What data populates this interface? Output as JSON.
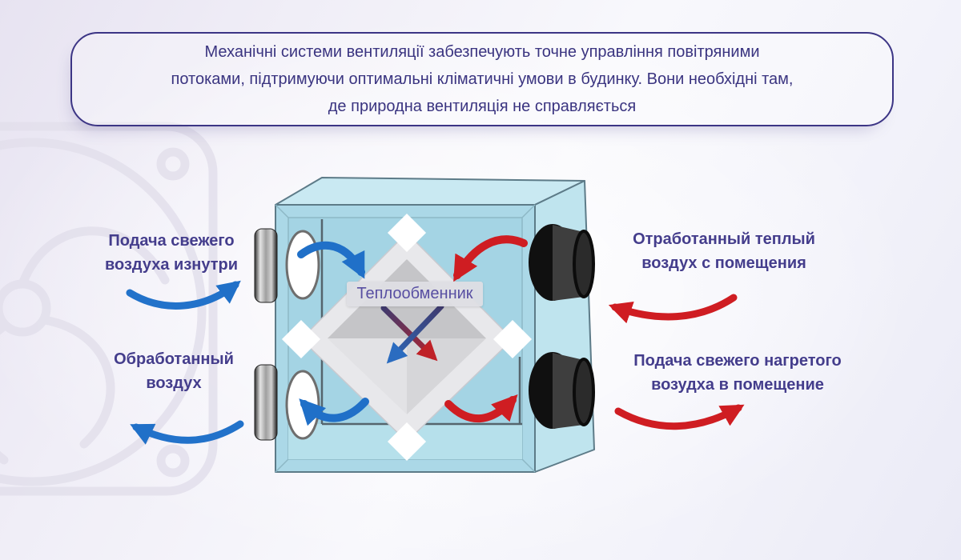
{
  "header": {
    "lines": [
      "Механічні системи вентиляції забезпечують точне управління повітряними",
      "потоками, підтримуючи оптимальні кліматичні умови в будинку. Вони необхідні там,",
      "де природна вентиляція не справляється"
    ]
  },
  "diagram": {
    "unit_label": "Теплообменник",
    "labels": {
      "left_top": "Подача свежего воздуха изнутри",
      "left_bottom": "Обработанный воздух",
      "right_top": "Отработанный теплый воздух с помещения",
      "right_bottom": "Подача свежего нагретого возудха в помещение"
    },
    "icons": [
      "fan-icon"
    ],
    "colors": {
      "supply_blue": "#2070c8",
      "exhaust_red": "#cf1d22",
      "text_indigo": "#443d8c",
      "header_border": "#3c3585",
      "unit_front": "#abd8e7",
      "unit_top": "#c9e9f2",
      "unit_side": "#bfe4ee",
      "chip_bg": "#dedee4",
      "chip_text": "#584fa2"
    }
  }
}
